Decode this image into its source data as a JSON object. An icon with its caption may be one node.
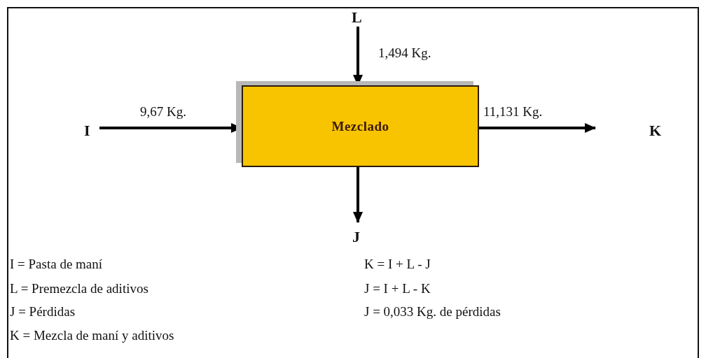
{
  "diagram": {
    "nodes": [
      {
        "text": [
          "I"
        ]
      },
      {
        "text": [
          "L"
        ]
      },
      {
        "text": [
          "Mezclado"
        ]
      },
      {
        "text": [
          "J"
        ]
      },
      {
        "text": [
          "K"
        ]
      }
    ],
    "edges": [
      {
        "from": 0,
        "to": 2,
        "arrow": "to",
        "label": "9,67 Kg."
      },
      {
        "from": 1,
        "to": 2,
        "arrow": "to",
        "label": "1,494 Kg."
      },
      {
        "from": 2,
        "to": 3,
        "arrow": "to"
      },
      {
        "from": 2,
        "to": 4,
        "arrow": "to",
        "label": "11,131 Kg."
      }
    ],
    "labels": [
      "I = Pasta de maní",
      "K = I + L - J",
      "L = Premezcla de aditivos",
      "J = I + L - K",
      "J = Pérdidas",
      "J = 0,033 Kg. de pérdidas",
      "K = Mezcla de maní y aditivos"
    ]
  }
}
